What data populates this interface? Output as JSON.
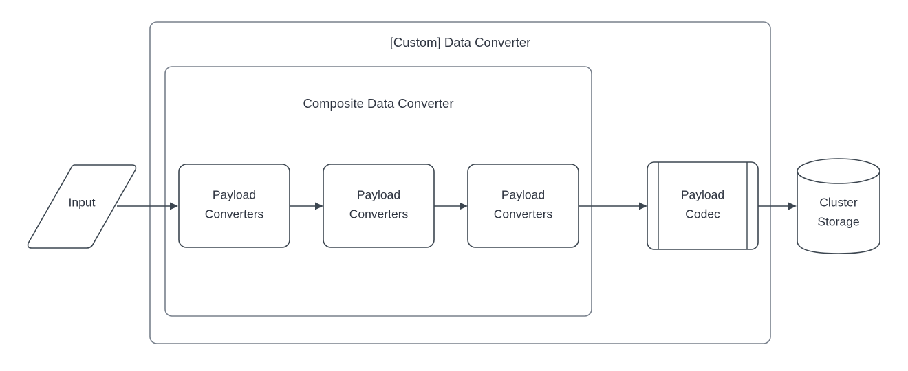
{
  "diagram": {
    "title": "[Custom] Data Converter",
    "containers": [
      {
        "id": "custom-data-converter",
        "label": "[Custom] Data Converter"
      },
      {
        "id": "composite-data-converter",
        "label": "Composite Data Converter"
      }
    ],
    "nodes": [
      {
        "id": "input",
        "label": "Input",
        "shape": "parallelogram"
      },
      {
        "id": "payload-converters-1",
        "label_line1": "Payload",
        "label_line2": "Converters",
        "shape": "rounded-rect"
      },
      {
        "id": "payload-converters-2",
        "label_line1": "Payload",
        "label_line2": "Converters",
        "shape": "rounded-rect"
      },
      {
        "id": "payload-converters-3",
        "label_line1": "Payload",
        "label_line2": "Converters",
        "shape": "rounded-rect"
      },
      {
        "id": "payload-codec",
        "label_line1": "Payload",
        "label_line2": "Codec",
        "shape": "process"
      },
      {
        "id": "cluster-storage",
        "label_line1": "Cluster",
        "label_line2": "Storage",
        "shape": "cylinder"
      }
    ],
    "edges": [
      {
        "from": "input",
        "to": "payload-converters-1"
      },
      {
        "from": "payload-converters-1",
        "to": "payload-converters-2"
      },
      {
        "from": "payload-converters-2",
        "to": "payload-converters-3"
      },
      {
        "from": "payload-converters-3",
        "to": "payload-codec"
      },
      {
        "from": "payload-codec",
        "to": "cluster-storage"
      }
    ],
    "colors": {
      "background": "#ffffff",
      "shape_stroke": "#3c4650",
      "container_stroke": "#78808c",
      "text": "#2e3440",
      "shape_fill": "#ffffff"
    }
  }
}
